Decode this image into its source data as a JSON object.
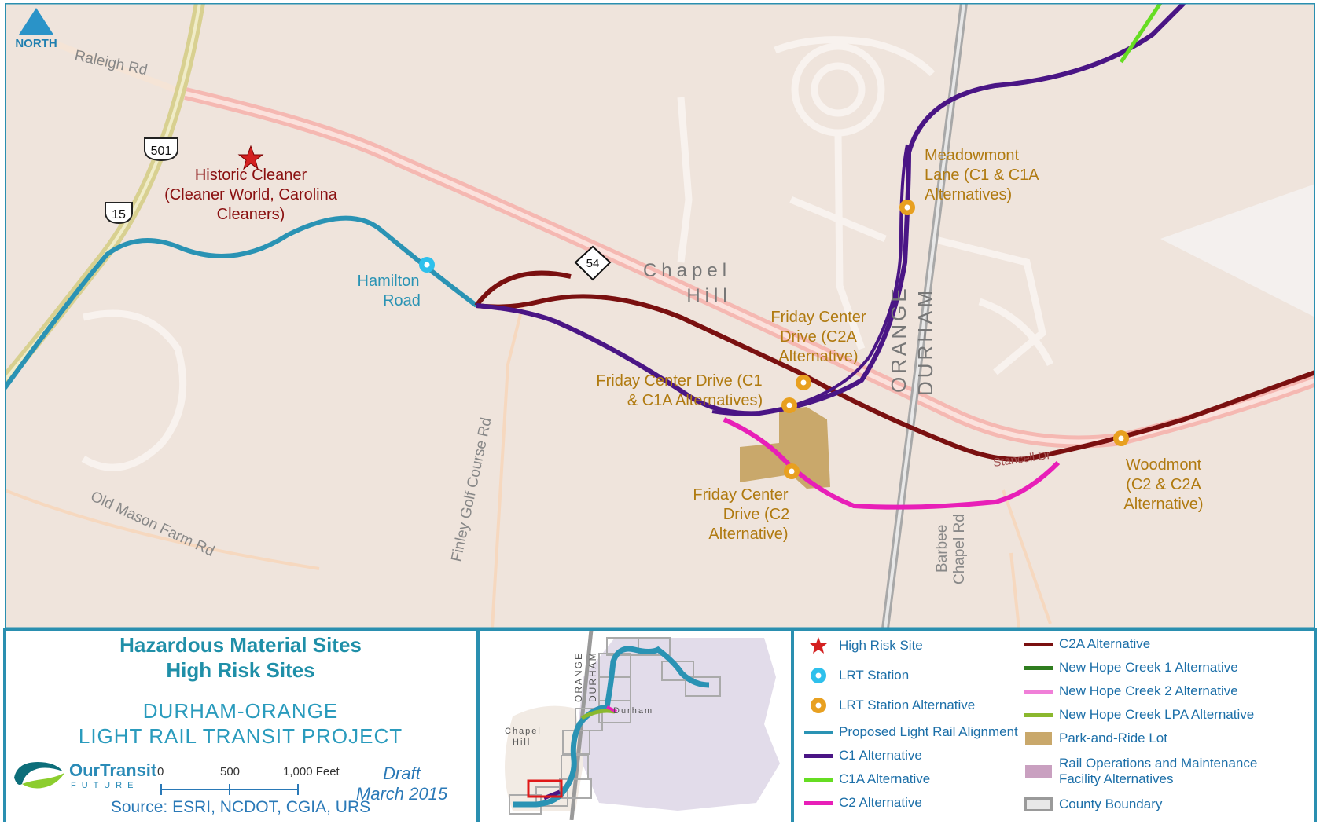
{
  "map": {
    "north_label": "NORTH",
    "roads": {
      "raleigh": "Raleigh Rd",
      "old_mason": "Old Mason Farm Rd",
      "finley": "Finley Golf Course Rd",
      "stancell": "Stancell Dr",
      "barbee": "Barbee Chapel Rd"
    },
    "shields": {
      "us501": "501",
      "us15": "15",
      "nc54": "54"
    },
    "place": {
      "chapel_hill_1": "Chapel",
      "chapel_hill_2": "Hill"
    },
    "county": {
      "orange": "ORANGE",
      "durham": "DURHAM"
    },
    "labels": {
      "historic_1": "Historic Cleaner",
      "historic_2": "(Cleaner World, Carolina",
      "historic_3": "Cleaners)",
      "hamilton_1": "Hamilton",
      "hamilton_2": "Road",
      "meadowmont_1": "Meadowmont",
      "meadowmont_2": "Lane (C1 & C1A",
      "meadowmont_3": "Alternatives)",
      "fc_c2a_1": "Friday Center",
      "fc_c2a_2": "Drive (C2A",
      "fc_c2a_3": "Alternative)",
      "fc_c1_1": "Friday Center Drive (C1",
      "fc_c1_2": "& C1A Alternatives)",
      "fc_c2_1": "Friday Center",
      "fc_c2_2": "Drive (C2",
      "fc_c2_3": "Alternative)",
      "woodmont_1": "Woodmont",
      "woodmont_2": "(C2 & C2A",
      "woodmont_3": "Alternative)"
    }
  },
  "title_panel": {
    "title_1": "Hazardous Material Sites",
    "title_2": "High Risk Sites",
    "project_1": "DURHAM-ORANGE",
    "project_2": "LIGHT RAIL TRANSIT PROJECT",
    "logo_1": "OurTransit",
    "logo_2": "F U T U R E",
    "scale_0": "0",
    "scale_500": "500",
    "scale_1000": "1,000 Feet",
    "draft_1": "Draft",
    "draft_2": "March 2015",
    "source": "Source: ESRI, NCDOT, CGIA, URS"
  },
  "inset": {
    "orange": "ORANGE",
    "durham_county": "DURHAM",
    "durham_city": "Durham",
    "chapel_1": "Chapel",
    "chapel_2": "Hill"
  },
  "legend": [
    {
      "label": "High Risk Site",
      "symbol": "star",
      "color": "#d42020"
    },
    {
      "label": "LRT Station",
      "symbol": "circle",
      "color": "#2ec0ec"
    },
    {
      "label": "LRT Station Alternative",
      "symbol": "circle",
      "color": "#e8a020"
    },
    {
      "label": "Proposed Light Rail Alignment",
      "symbol": "line",
      "color": "#2a93b4"
    },
    {
      "label": "C1 Alternative",
      "symbol": "line",
      "color": "#4a1585"
    },
    {
      "label": "C1A Alternative",
      "symbol": "line",
      "color": "#66dd22"
    },
    {
      "label": "C2 Alternative",
      "symbol": "line",
      "color": "#e81fb8"
    },
    {
      "label": "C2A Alternative",
      "symbol": "line",
      "color": "#7a1010"
    },
    {
      "label": "New Hope Creek 1 Alternative",
      "symbol": "line",
      "color": "#2f7d1f"
    },
    {
      "label": "New Hope Creek 2 Alternative",
      "symbol": "line",
      "color": "#f07fd8"
    },
    {
      "label": "New Hope Creek LPA Alternative",
      "symbol": "line",
      "color": "#8bb82e"
    },
    {
      "label": "Park-and-Ride Lot",
      "symbol": "box",
      "color": "#c9a86b"
    },
    {
      "label": "Rail Operations and Maintenance Facility Alternatives",
      "symbol": "box",
      "color": "#c9a0c0"
    },
    {
      "label": "County Boundary",
      "symbol": "boundary",
      "color": "#9a9a9a"
    }
  ]
}
